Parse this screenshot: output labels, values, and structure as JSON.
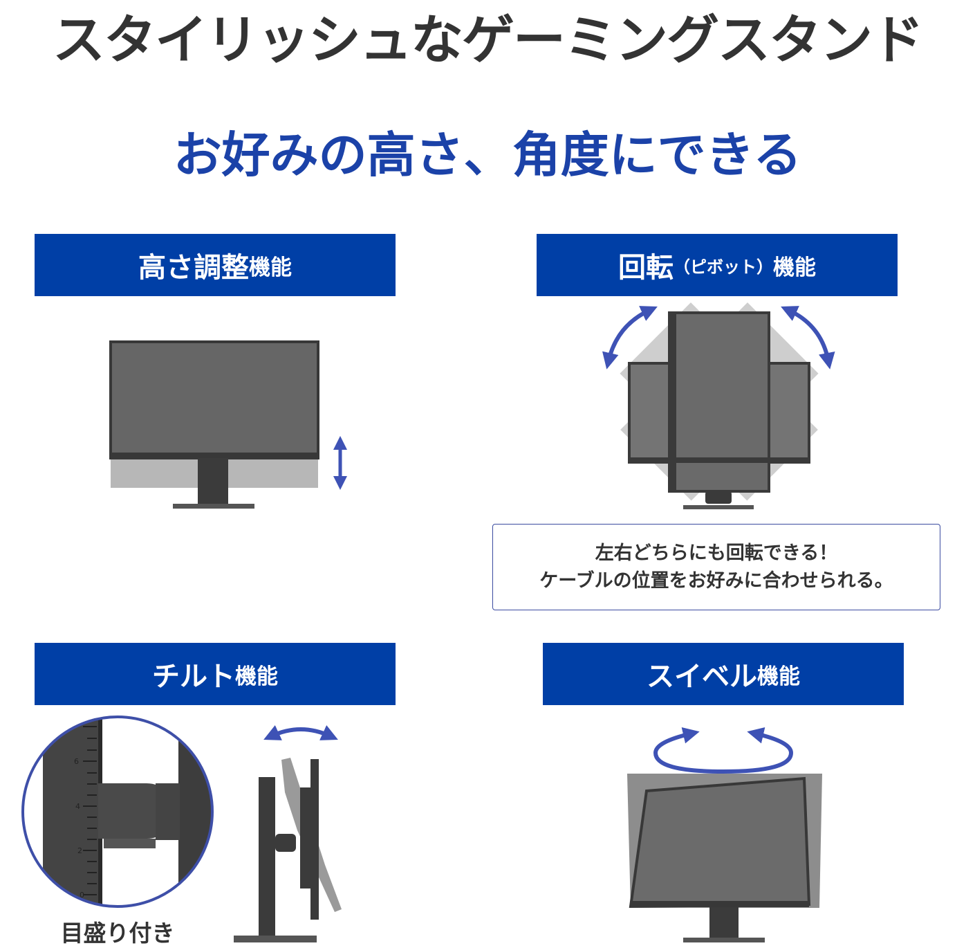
{
  "title": "スタイリッシュなゲーミングスタンド",
  "subtitle": "お好みの高さ、角度にできる",
  "features": {
    "height": {
      "main": "高さ調整",
      "suffix": "機能"
    },
    "pivot": {
      "main": "回転",
      "paren": "（ピボット）",
      "suffix": "機能"
    },
    "tilt": {
      "main": "チルト",
      "suffix": "機能"
    },
    "swivel": {
      "main": "スイベル",
      "suffix": "機能"
    }
  },
  "pivot_note": {
    "line1": "左右どちらにも回転できる！",
    "line2": "ケーブルの位置をお好みに合わせられる。"
  },
  "tilt_caption": "目盛り付き",
  "scale_ticks": [
    "6",
    "4",
    "2",
    "0"
  ],
  "colors": {
    "label_bg": "#003fa6",
    "subtitle": "#1b42a8",
    "arrow": "#3e52b5",
    "monitor": "#666666"
  },
  "icons": [
    "up-down-arrow-icon",
    "rotate-arrow-icon",
    "tilt-arrow-icon",
    "swivel-arrow-icon"
  ]
}
